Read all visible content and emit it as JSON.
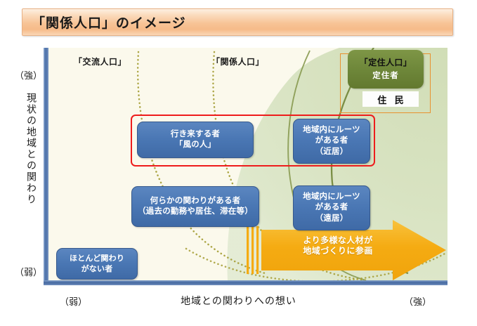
{
  "title": {
    "text": "「関係人口」のイメージ"
  },
  "chart_data": {
    "type": "diagram",
    "title": "「関係人口」のイメージ",
    "xlabel": "地域との関わりへの想い",
    "ylabel": "現状の地域との関わり",
    "x_axis_low": "（弱）",
    "x_axis_high": "（強）",
    "y_axis_low": "（弱）",
    "y_axis_high": "（強）",
    "regions": [
      {
        "name": "交流人口",
        "label": "「交流人口」"
      },
      {
        "name": "関係人口",
        "label": "「関係人口」"
      },
      {
        "name": "定住人口",
        "label": "「定住人口」"
      }
    ],
    "items": [
      {
        "label": "行き来する者\n「風の人」",
        "x": "mid",
        "y": "high",
        "highlighted": true
      },
      {
        "label": "何らかの関わりがある者\n（過去の勤務や居住、滞在等）",
        "x": "mid",
        "y": "mid"
      },
      {
        "label": "地域内にルーツがある者（近居）",
        "x": "high",
        "y": "high"
      },
      {
        "label": "地域内にルーツがある者（遠居）",
        "x": "high",
        "y": "mid"
      },
      {
        "label": "ほとんど関わりがない者",
        "x": "low",
        "y": "low"
      },
      {
        "label": "定住者",
        "x": "highest",
        "y": "highest"
      }
    ],
    "annotation": "より多様な人材が地域づくりに参画"
  },
  "regions": {
    "koryu_label": "「交流人口」",
    "kankei_label": "「関係人口」"
  },
  "boxes": {
    "yukiki": {
      "line1": "行き来する者",
      "line2": "「風の人」"
    },
    "nanraka": {
      "line1": "何らかの関わりがある者",
      "line2": "（過去の勤務や居住、滞在等）"
    },
    "kinkyo": {
      "line1": "地域内にルーツ",
      "line2": "がある者",
      "line3": "（近居）"
    },
    "enkyo": {
      "line1": "地域内にルーツ",
      "line2": "がある者",
      "line3": "（遠居）"
    },
    "hotondo": {
      "line1": "ほとんど関わり",
      "line2": "がない者"
    }
  },
  "teiju": {
    "title": "「定住人口」",
    "sub": "定住者",
    "jumin": "住 民"
  },
  "arrow": {
    "line1": "より多様な人材が",
    "line2": "地域づくりに参画"
  },
  "axes": {
    "y_title": "現状の地域との関わり",
    "y_strong": "（強）",
    "y_weak": "（弱）",
    "x_title": "地域との関わりへの想い",
    "x_weak": "（弱）",
    "x_strong": "（強）"
  },
  "colors": {
    "title_banner": "#f7c396",
    "blue_box": "#4a77b4",
    "green_box": "#6d8639",
    "arrow": "#f5af1e",
    "highlight": "#ee1c1c",
    "axis": "#44689f",
    "plot_bg": "#fbf9ec",
    "region_green": "#d9e4c4"
  }
}
